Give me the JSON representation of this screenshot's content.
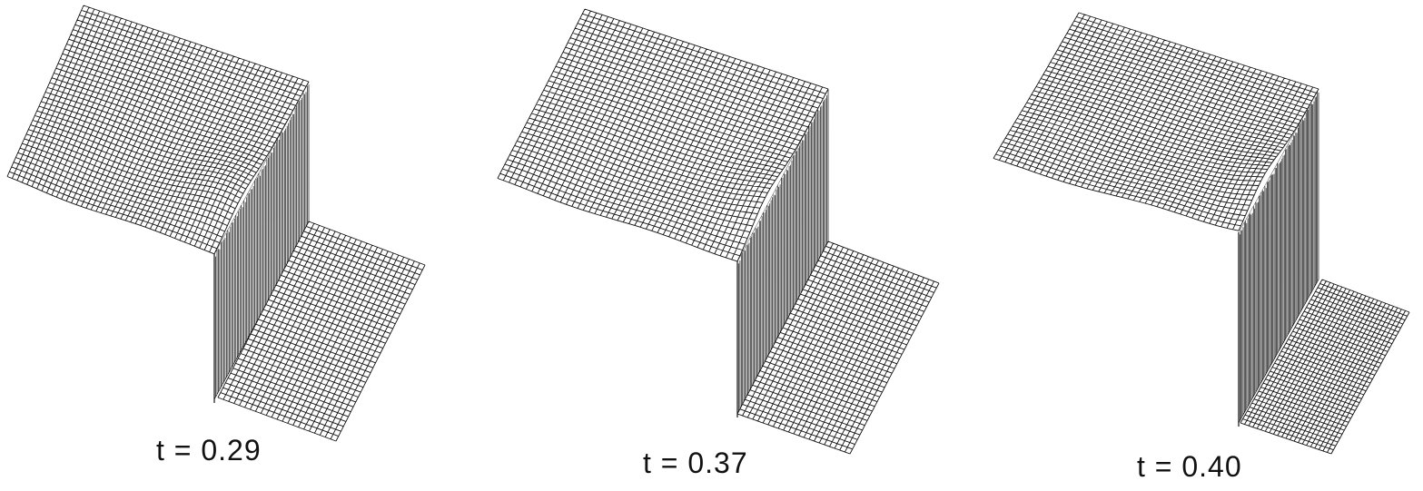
{
  "panels": [
    {
      "caption": "t = 0.29"
    },
    {
      "caption": "t = 0.37"
    },
    {
      "caption": "t = 0.40"
    }
  ],
  "colors": {
    "ink": "#111111",
    "paper": "#ffffff"
  }
}
